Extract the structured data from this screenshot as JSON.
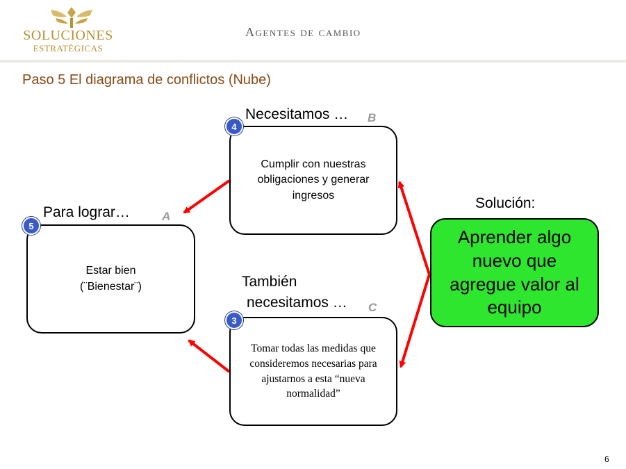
{
  "header": {
    "logo_line1": "SOLUCIONES",
    "logo_line2": "ESTRATÉGICAS",
    "title": "Agentes de cambio"
  },
  "slide": {
    "title": "Paso 5 El diagrama de conflictos (Nube)",
    "page_number": "6"
  },
  "diagram": {
    "node_a": {
      "badge": "5",
      "heading": "Para lograr…",
      "letter": "A",
      "text": "Estar bien\n(¨Bienestar¨)"
    },
    "node_b": {
      "badge": "4",
      "heading": "Necesitamos …",
      "letter": "B",
      "text": "Cumplir con nuestras obligaciones y generar ingresos"
    },
    "node_c": {
      "badge": "3",
      "heading_line1": "También",
      "heading_line2": "necesitamos …",
      "letter": "C",
      "text": "Tomar todas las medidas que consideremos necesarias para ajustarnos a esta “nueva normalidad”"
    },
    "solution": {
      "heading": "Solución:",
      "text": "Aprender algo nuevo que agregue valor al equipo"
    },
    "colors": {
      "arrow": "#ff0000",
      "solution_fill": "#2ee62e",
      "badge": "#3a5ac8",
      "title": "#8a4a15",
      "logo": "#b8902f"
    }
  }
}
